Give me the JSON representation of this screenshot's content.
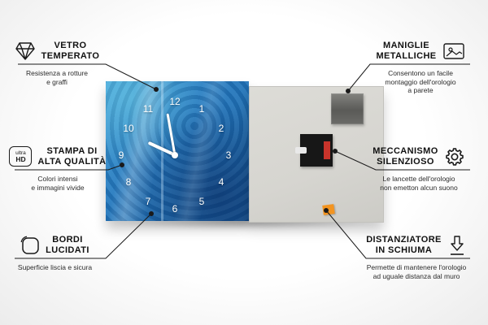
{
  "product": {
    "clock": {
      "numbers": [
        "12",
        "1",
        "2",
        "3",
        "4",
        "5",
        "6",
        "7",
        "8",
        "9",
        "10",
        "11"
      ],
      "face_color": "#2478bd",
      "hands_color": "#ffffff"
    },
    "back": {
      "panel_color": "#d6d5d0",
      "plate_color": "#5a5a57",
      "mechanism_color": "#171717",
      "foam_color": "#f39420"
    }
  },
  "badges": {
    "ultra_hd": {
      "line1": "ultra",
      "line2": "HD"
    }
  },
  "callouts": [
    {
      "id": "vetro-temperato",
      "icon": "diamond-icon",
      "title": "VETRO\nTEMPERATO",
      "desc": "Resistenza a rotture\ne graffi"
    },
    {
      "id": "stampa-alta-qualita",
      "icon": "ultra-hd-icon",
      "title": "STAMPA DI\nALTA QUALITÀ",
      "desc": "Colori intensi\ne immagini vivide"
    },
    {
      "id": "bordi-lucidati",
      "icon": "rounded-square-icon",
      "title": "BORDI\nLUCIDATI",
      "desc": "Superficie liscia e sicura"
    },
    {
      "id": "maniglie-metalliche",
      "icon": "picture-frame-icon",
      "title": "MANIGLIE\nMETALLICHE",
      "desc": "Consentono un facile\nmontaggio dell'orologio\na parete"
    },
    {
      "id": "meccanismo-silenzioso",
      "icon": "gear-icon",
      "title": "MECCANISMO\nSILENZIOSO",
      "desc": "Le lancette dell'orologio\nnon emetton alcun suono"
    },
    {
      "id": "distanziatore-schiuma",
      "icon": "arrow-down-icon",
      "title": "DISTANZIATORE\nIN SCHIUMA",
      "desc": "Permette di mantenere l'orologio\nad uguale distanza dal muro"
    }
  ]
}
